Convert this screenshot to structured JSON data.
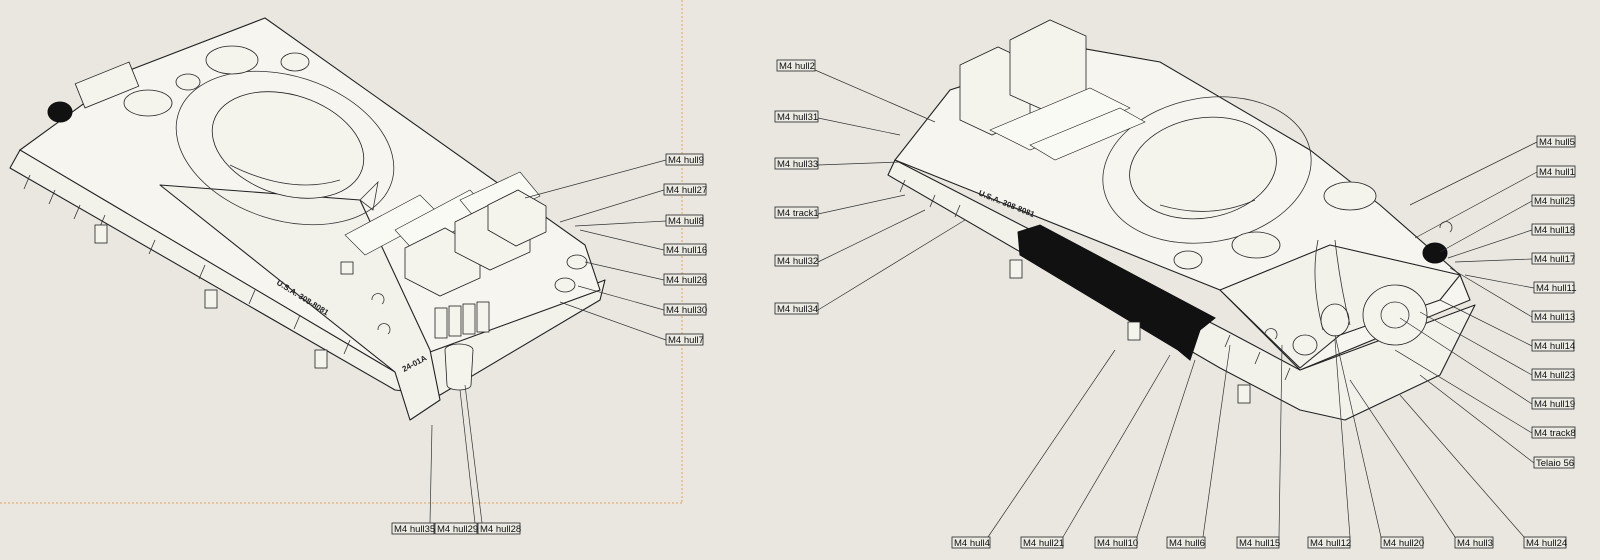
{
  "views": [
    {
      "name": "left",
      "stencils": [
        "U.S.A. 308-8081",
        "24-01A"
      ],
      "bottom_labels": [
        "M4 hull35",
        "M4 hull29",
        "M4 hull28"
      ],
      "right_labels": [
        "M4 hull9",
        "M4 hull27",
        "M4 hull8",
        "M4 hull16",
        "M4 hull26",
        "M4 hull30",
        "M4 hull7"
      ]
    },
    {
      "name": "right",
      "stencils": [
        "U.S.A. 308-8081"
      ],
      "left_labels": [
        "M4 hull2",
        "M4 hull31",
        "M4 hull33",
        "M4 track1",
        "M4 hull32",
        "M4 hull34"
      ],
      "right_labels": [
        "M4 hull5",
        "M4 hull1",
        "M4 hull25",
        "M4 hull18",
        "M4 hull17",
        "M4 hull11",
        "M4 hull13",
        "M4 hull14",
        "M4 hull23",
        "M4 hull19",
        "M4 track8",
        "Telaio 56"
      ],
      "bottom_labels": [
        "M4 hull4",
        "M4 hull21",
        "M4 hull10",
        "M4 hull6",
        "M4 hull15",
        "M4 hull12",
        "M4 hull20",
        "M4 hull3",
        "M4 hull24"
      ]
    }
  ],
  "colors": {
    "background": "#e9e7df",
    "line": "#222222",
    "frame": "#e8a25a"
  }
}
